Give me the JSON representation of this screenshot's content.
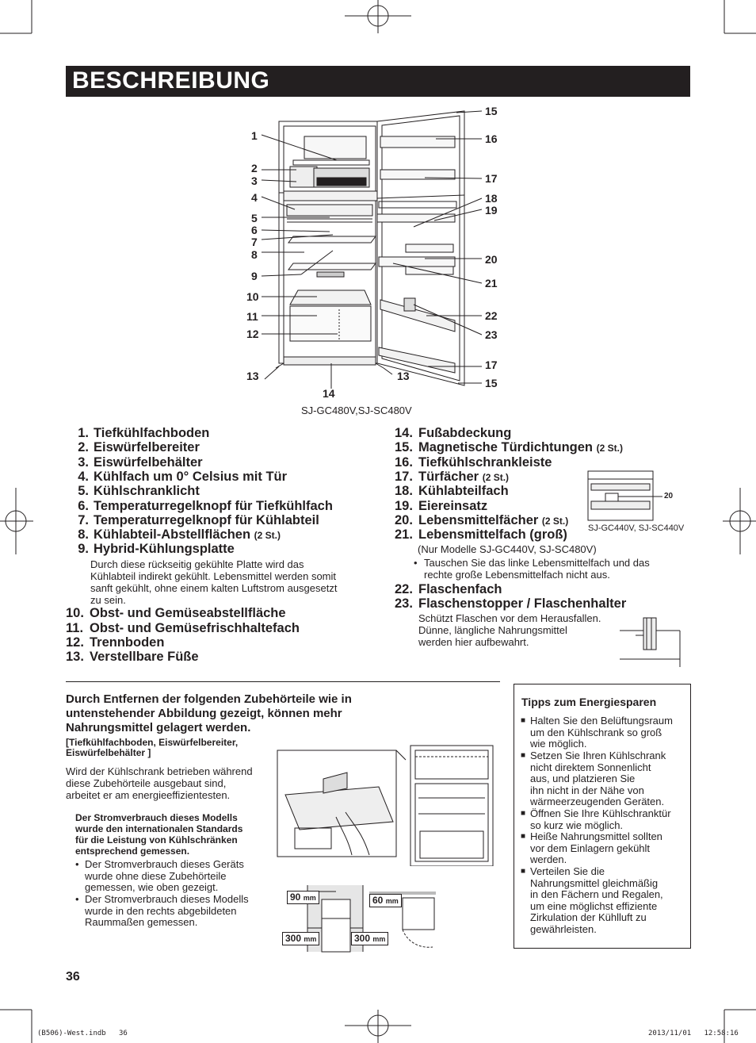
{
  "header": {
    "title": "BESCHREIBUNG"
  },
  "diagram": {
    "callouts_left": [
      "1",
      "2",
      "3",
      "4",
      "5",
      "6",
      "7",
      "8",
      "9",
      "10",
      "11",
      "12",
      "13"
    ],
    "callouts_right": [
      "15",
      "16",
      "17",
      "18",
      "19",
      "20",
      "21",
      "22",
      "23",
      "17",
      "15"
    ],
    "callout_bottom_13": "13",
    "callout_bottom_14": "14",
    "model_caption": "SJ-GC480V,SJ-SC480V"
  },
  "parts_left": [
    {
      "num": "1.",
      "label": "Tiefkühlfachboden",
      "qty": ""
    },
    {
      "num": "2.",
      "label": "Eiswürfelbereiter",
      "qty": ""
    },
    {
      "num": "3.",
      "label": "Eiswürfelbehälter",
      "qty": ""
    },
    {
      "num": "4.",
      "label": "Kühlfach um 0° Celsius mit Tür",
      "qty": ""
    },
    {
      "num": "5.",
      "label": "Kühlschranklicht",
      "qty": ""
    },
    {
      "num": "6.",
      "label": "Temperaturregelknopf für Tiefkühlfach",
      "qty": ""
    },
    {
      "num": "7.",
      "label": "Temperaturregelknopf für Kühlabteil",
      "qty": ""
    },
    {
      "num": "8.",
      "label": "Kühlabteil-Abstellflächen",
      "qty": "(2 St.)"
    },
    {
      "num": "9.",
      "label": "Hybrid-Kühlungsplatte",
      "qty": ""
    }
  ],
  "item9_note": [
    "Durch diese rückseitig gekühlte Platte wird das",
    "Kühlabteil indirekt gekühlt. Lebensmittel werden somit",
    "sanft gekühlt, ohne einem kalten Luftstrom ausgesetzt",
    "zu sein."
  ],
  "parts_left2": [
    {
      "num": "10.",
      "label": "Obst- und Gemüseabstellfläche"
    },
    {
      "num": "11.",
      "label": "Obst- und Gemüsefrischhaltefach"
    },
    {
      "num": "12.",
      "label": "Trennboden"
    },
    {
      "num": "13.",
      "label": "Verstellbare Füße"
    }
  ],
  "parts_right": [
    {
      "num": "14.",
      "label": "Fußabdeckung",
      "qty": ""
    },
    {
      "num": "15.",
      "label": "Magnetische Türdichtungen",
      "qty": "(2 St.)"
    },
    {
      "num": "16.",
      "label": "Tiefkühlschrankleiste",
      "qty": ""
    },
    {
      "num": "17.",
      "label": "Türfächer",
      "qty": "(2 St.)"
    },
    {
      "num": "18.",
      "label": "Kühlabteilfach",
      "qty": ""
    },
    {
      "num": "19.",
      "label": "Eiereinsatz",
      "qty": ""
    },
    {
      "num": "20.",
      "label": "Lebensmittelfächer",
      "qty": "(2 St.)"
    },
    {
      "num": "21.",
      "label": "Lebensmittelfach (groß)",
      "qty": ""
    }
  ],
  "item21_note": {
    "line1": "(Nur Modelle SJ-GC440V, SJ-SC480V)",
    "bullet": "•",
    "line2": "Tauschen Sie das linke Lebensmittelfach und das",
    "line3": "rechte große Lebensmittelfach nicht aus."
  },
  "parts_right2": [
    {
      "num": "22.",
      "label": "Flaschenfach"
    },
    {
      "num": "23.",
      "label": "Flaschenstopper / Flaschenhalter"
    }
  ],
  "item23_note": [
    "Schützt Flaschen vor dem Herausfallen.",
    "Dünne, längliche Nahrungsmittel",
    "werden hier aufbewahrt."
  ],
  "inset": {
    "callout": "20",
    "caption": "SJ-GC440V, SJ-SC440V"
  },
  "energy": {
    "heading": [
      "Durch Entfernen der folgenden Zubehörteile wie in",
      "untenstehender Abbildung gezeigt, können mehr",
      "Nahrungsmittel gelagert werden."
    ],
    "subheading": [
      "[Tiefkühlfachboden, Eiswürfelbereiter,",
      "Eiswürfelbehälter ]"
    ],
    "intro": [
      "Wird der Kühlschrank betrieben während",
      "diese Zubehörteile ausgebaut sind,",
      "arbeitet er am energieeffizientesten."
    ],
    "standard": [
      "Der Stromverbrauch dieses Modells",
      "wurde den internationalen Standards",
      "für die Leistung von Kühlschränken",
      "entsprechend gemessen."
    ],
    "bullet_char": "•",
    "bullets": [
      [
        "Der Stromverbrauch dieses Geräts",
        "wurde ohne diese Zubehörteile",
        "gemessen, wie oben gezeigt."
      ],
      [
        "Der Stromverbrauch dieses Modells",
        "wurde in den rechts abgebildeten",
        "Raummaßen gemessen."
      ]
    ],
    "dims": {
      "top": "90",
      "side_left": "300",
      "side_right": "300",
      "door": "60",
      "unit": "mm"
    }
  },
  "tips": {
    "title": "Tipps zum Energiesparen",
    "marker": "■",
    "items": [
      [
        "Halten Sie den Belüftungsraum",
        "um den Kühlschrank so groß",
        "wie möglich."
      ],
      [
        "Setzen Sie Ihren Kühlschrank",
        "nicht direktem Sonnenlicht",
        "aus, und platzieren Sie",
        "ihn nicht in der Nähe von",
        "wärmeerzeugenden Geräten."
      ],
      [
        "Öffnen Sie Ihre Kühlschranktür",
        "so kurz wie möglich."
      ],
      [
        "Heiße Nahrungsmittel sollten",
        "vor dem Einlagern gekühlt",
        "werden."
      ],
      [
        "Verteilen Sie die",
        "Nahrungsmittel gleichmäßig",
        "in den Fächern und Regalen,",
        "um eine möglichst effiziente",
        "Zirkulation der Kühlluft zu",
        "gewährleisten."
      ]
    ]
  },
  "page_number": "36",
  "print_slug": {
    "left": "(B506)-West.indb   36",
    "right": "2013/11/01   12:58:16"
  }
}
